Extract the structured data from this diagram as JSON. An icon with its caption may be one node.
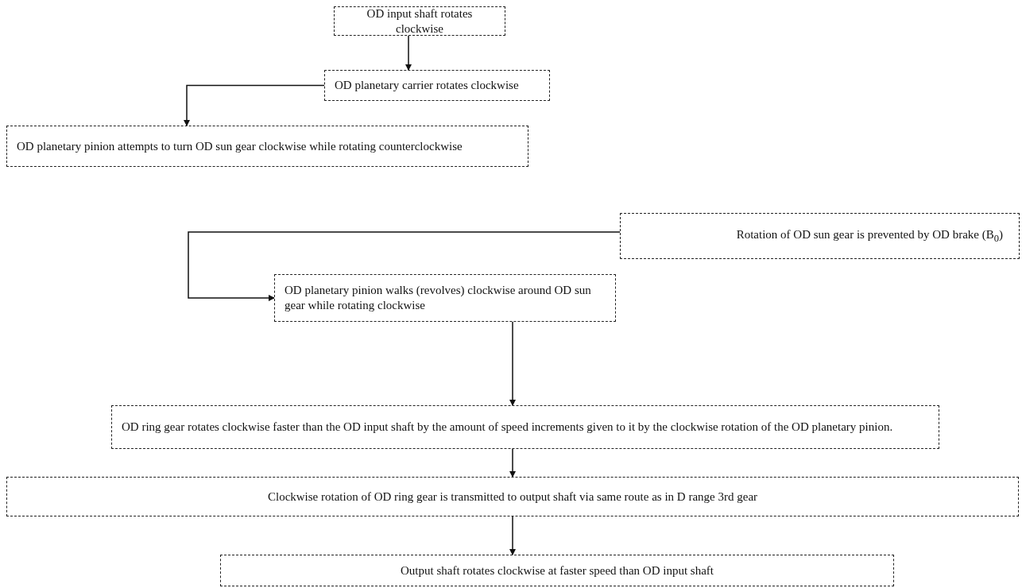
{
  "diagram": {
    "nodes": [
      {
        "text": [
          "OD input shaft rotates clockwise"
        ]
      },
      {
        "text": [
          "OD planetary carrier rotates clockwise"
        ]
      },
      {
        "text": [
          "OD planetary pinion attempts to turn OD sun gear clockwise while rotating counterclockwise"
        ]
      },
      {
        "text": [
          "Rotation of OD sun gear is prevented by OD brake (B$_{0}$)"
        ]
      },
      {
        "text": [
          "OD planetary pinion walks (revolves) clockwise around OD sun gear while rotating clockwise"
        ]
      },
      {
        "text": [
          "OD ring gear rotates clockwise faster than the OD input shaft by the amount of speed increments given to it by the clockwise rotation of the OD planetary pinion."
        ]
      },
      {
        "text": [
          "Clockwise rotation of OD ring gear is transmitted to output shaft via same route as in D range 3rd gear"
        ]
      },
      {
        "text": [
          "Output shaft rotates clockwise at faster speed than OD input shaft"
        ]
      }
    ],
    "edges": [
      {
        "from": 0,
        "to": 1,
        "arrow": "to"
      },
      {
        "from": 1,
        "to": 2,
        "arrow": "to"
      },
      {
        "from": 3,
        "to": 4,
        "arrow": "to"
      },
      {
        "from": 4,
        "to": 5,
        "arrow": "to"
      },
      {
        "from": 5,
        "to": 6,
        "arrow": "to"
      },
      {
        "from": 6,
        "to": 7,
        "arrow": "to"
      }
    ]
  }
}
